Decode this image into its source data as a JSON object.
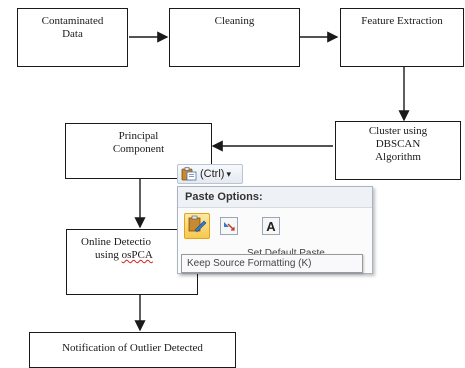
{
  "flowchart": {
    "boxes": {
      "contaminated_data": [
        "Contaminated",
        "Data"
      ],
      "cleaning": [
        "Cleaning"
      ],
      "feature_extraction": [
        "Feature Extraction"
      ],
      "cluster": [
        "Cluster using",
        "DBSCAN",
        "Algorithm"
      ],
      "principal_component": [
        "Principal",
        "Component"
      ],
      "online_detection": [
        "Online Detectio",
        "using osPCA"
      ],
      "notification": [
        "Notification of Outlier Detected"
      ]
    }
  },
  "paste_button": {
    "label": "(Ctrl)",
    "caret": "▾",
    "icon": "clipboard-icon"
  },
  "paste_menu": {
    "header": "Paste Options:",
    "options": [
      {
        "icon": "keep-source-formatting-icon",
        "selected": true
      },
      {
        "icon": "merge-formatting-icon",
        "selected": false
      },
      {
        "icon": "keep-text-only-icon",
        "glyph": "A",
        "selected": false
      }
    ],
    "set_default": "Set Default Paste..."
  },
  "tooltip": {
    "text": "Keep Source Formatting (K)"
  },
  "colors": {
    "accent": "#f7c84d",
    "menu_border": "#a9b3c2",
    "spell_error": "#d21f1f"
  }
}
